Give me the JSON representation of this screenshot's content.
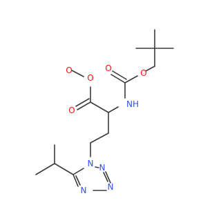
{
  "molecule": {
    "labels": {
      "o_ester_single": "O",
      "o_ester_carbonyl": "O",
      "o_boc_carbonyl": "O",
      "o_boc_single": "O",
      "nh": "NH",
      "n1": "N",
      "n2": "N",
      "n3": "N",
      "n4": "N"
    },
    "colors": {
      "bond": "#3a3a3a",
      "oxygen": "#ff0d0d",
      "nitrogen": "#3050f8"
    }
  }
}
